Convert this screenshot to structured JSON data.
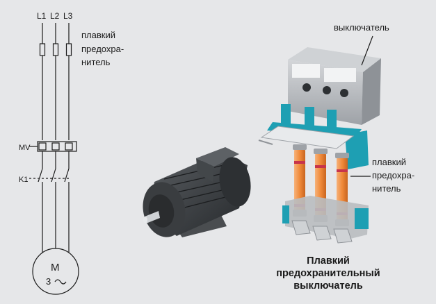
{
  "schematic": {
    "phases": [
      "L1",
      "L2",
      "L3"
    ],
    "fuse_label": [
      "плавкий",
      "предохра-",
      "нитель"
    ],
    "switch_label": "MV",
    "contactor_label": "K1",
    "motor_letter": "M",
    "motor_rating": "3"
  },
  "device": {
    "switch_label": "выключатель",
    "fuse_label": [
      "плавкий",
      "предохра-",
      "нитель"
    ],
    "caption": [
      "Плавкий",
      "предохранительный",
      "выключатель"
    ]
  },
  "colors": {
    "background": "#e6e7e9",
    "accent_teal": "#1e9fb3",
    "fuse_orange": "#f08a3a",
    "housing_gray": "#b9bcc0",
    "motor_dark": "#3a3d40"
  }
}
